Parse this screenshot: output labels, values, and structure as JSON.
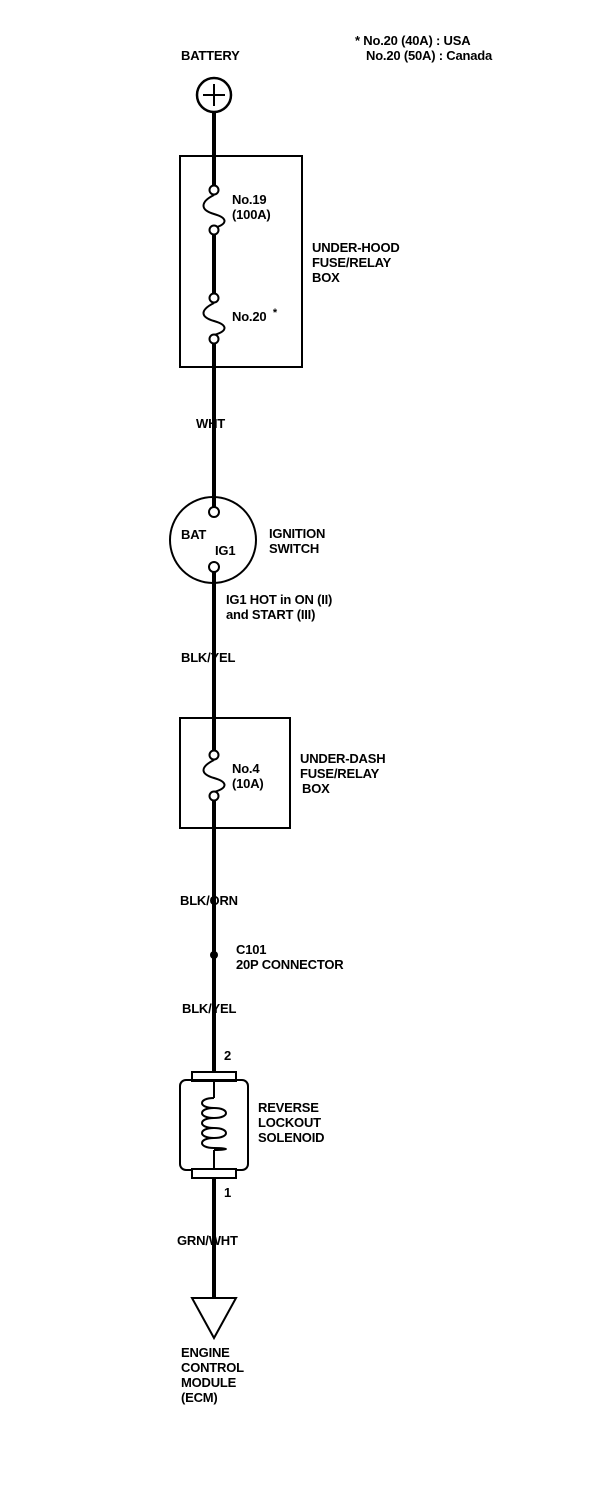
{
  "note": {
    "line1": "* No.20 (40A)  : USA",
    "line2": "No.20 (50A)  : Canada"
  },
  "battery": {
    "label": "BATTERY",
    "icon": "plus-terminal-icon"
  },
  "under_hood_box": {
    "label_lines": [
      "UNDER-HOOD",
      "FUSE/RELAY",
      "BOX"
    ],
    "fuse_19": {
      "lines": [
        "No.19",
        "(100A)"
      ]
    },
    "fuse_20": {
      "label": "No.20",
      "mark": "*"
    }
  },
  "wires": {
    "w1": "WHT",
    "w2": "BLK/YEL",
    "w3": "BLK/ORN",
    "w4": "BLK/YEL",
    "w5": "GRN/WHT"
  },
  "ignition_switch": {
    "label_lines": [
      "IGNITION",
      "SWITCH"
    ],
    "bat_terminal": "BAT",
    "ig1_terminal": "IG1",
    "note_lines": [
      "IG1 HOT in ON (II)",
      "and START (III)"
    ]
  },
  "under_dash_box": {
    "label_lines": [
      "UNDER-DASH",
      "FUSE/RELAY",
      "BOX"
    ],
    "fuse_4": {
      "lines": [
        "No.4",
        "(10A)"
      ]
    }
  },
  "connector": {
    "lines": [
      "C101",
      "20P CONNECTOR"
    ]
  },
  "solenoid": {
    "label_lines": [
      "REVERSE",
      "LOCKOUT",
      "SOLENOID"
    ],
    "pin_top": "2",
    "pin_bottom": "1"
  },
  "ecm": {
    "label_lines": [
      "ENGINE",
      "CONTROL",
      "MODULE",
      "(ECM)"
    ]
  },
  "colors": {
    "ink": "#000000",
    "paper": "#ffffff"
  }
}
